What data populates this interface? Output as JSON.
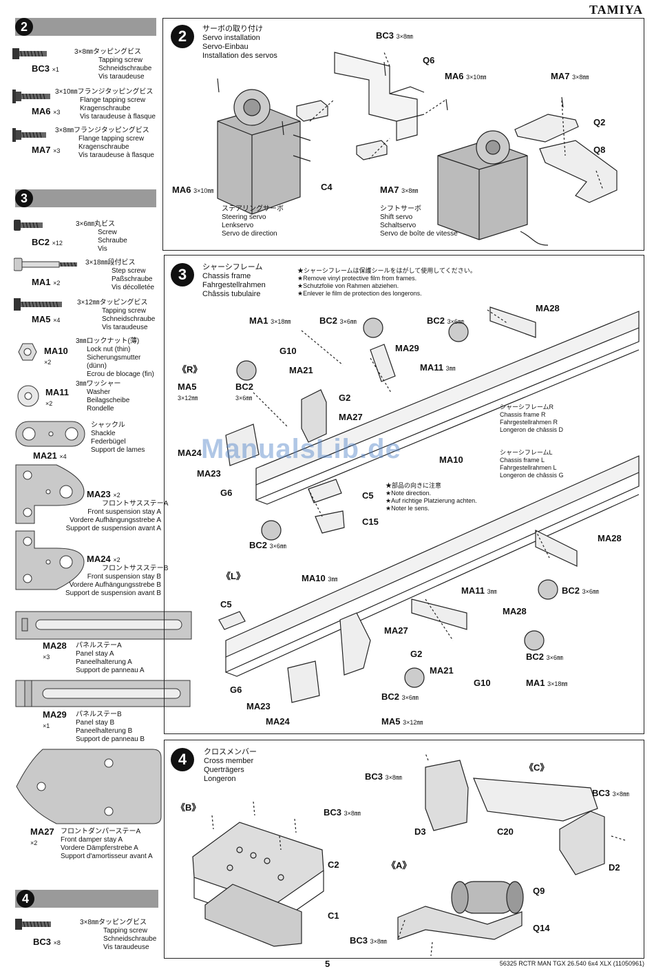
{
  "brand": "TAMIYA",
  "page_number": "5",
  "footer_code": "56325 RCTR MAN TGX 26.540 6x4 XLX (11050961)",
  "watermark": "ManualsLib.de",
  "left": {
    "step2_num": "2",
    "step3_num": "3",
    "step4_num": "4",
    "parts": {
      "bc3_a": {
        "spec": "3×8㎜タッピングビス",
        "desc": "Tapping screw\nSchneidschraube\nVis taraudeuse",
        "code": "BC3",
        "qty": "×1"
      },
      "ma6": {
        "spec": "3×10㎜フランジタッピングビス",
        "desc": "Flange tapping screw\nKragenschraube\nVis taraudeuse à flasque",
        "code": "MA6",
        "qty": "×3"
      },
      "ma7": {
        "spec": "3×8㎜フランジタッピングビス",
        "desc": "Flange tapping screw\nKragenschraube\nVis taraudeuse à flasque",
        "code": "MA7",
        "qty": "×3"
      },
      "bc2": {
        "spec": "3×6㎜丸ビス",
        "desc": "Screw\nSchraube\nVis",
        "code": "BC2",
        "qty": "×12"
      },
      "ma1": {
        "spec": "3×18㎜段付ビス",
        "desc": "Step screw\nPaßschraube\nVis décolletée",
        "code": "MA1",
        "qty": "×2"
      },
      "ma5": {
        "spec": "3×12㎜タッピングビス",
        "desc": "Tapping screw\nSchneidschraube\nVis taraudeuse",
        "code": "MA5",
        "qty": "×4"
      },
      "ma10": {
        "spec": "3㎜ロックナット(薄)",
        "desc": "Lock nut (thin)\nSicherungsmutter\n(dünn)\nEcrou de blocage (fin)",
        "code": "MA10",
        "qty": "×2"
      },
      "ma11": {
        "spec": "3㎜ワッシャー",
        "desc": "Washer\nBeilagscheibe\nRondelle",
        "code": "MA11",
        "qty": "×2"
      },
      "ma21": {
        "spec": "シャックル",
        "desc": "Shackle\nFederbügel\nSupport de lames",
        "code": "MA21",
        "qty": "×4"
      },
      "ma23": {
        "code": "MA23",
        "qty": "×2",
        "spec": "フロントサスステーA",
        "desc": "Front suspension stay A\nVordere Aufhängungsstrebe A\nSupport de suspension avant A"
      },
      "ma24": {
        "code": "MA24",
        "qty": "×2",
        "spec": "フロントサスステーB",
        "desc": "Front suspension stay B\nVordere Aufhängungsstrebe B\nSupport de suspension avant B"
      },
      "ma28": {
        "code": "MA28",
        "qty": "×3",
        "spec": "パネルステーA",
        "desc": "Panel stay A\nPaneelhalterung A\nSupport de panneau A"
      },
      "ma29": {
        "code": "MA29",
        "qty": "×1",
        "spec": "パネルステーB",
        "desc": "Panel stay B\nPaneelhalterung B\nSupport de panneau B"
      },
      "ma27": {
        "code": "MA27",
        "qty": "×2",
        "spec": "フロントダンパーステーA",
        "desc": "Front damper stay A\nVordere Dämpferstrebe A\nSupport d'amortisseur avant A"
      },
      "bc3_b": {
        "spec": "3×8㎜タッピングビス",
        "desc": "Tapping screw\nSchneidschraube\nVis taraudeuse",
        "code": "BC3",
        "qty": "×8"
      }
    }
  },
  "step2": {
    "num": "2",
    "title": "サーボの取り付け\nServo installation\nServo-Einbau\nInstallation des servos",
    "labels": {
      "bc3": "BC3",
      "bc3_size": "3×8㎜",
      "q6": "Q6",
      "ma6_top": "MA6",
      "ma6_top_size": "3×10㎜",
      "ma7_top": "MA7",
      "ma7_top_size": "3×8㎜",
      "q2": "Q2",
      "q8": "Q8",
      "c4": "C4",
      "ma6_left": "MA6",
      "ma6_left_size": "3×10㎜",
      "ma7_bot": "MA7",
      "ma7_bot_size": "3×8㎜"
    },
    "steering": "ステアリングサーボ\nSteering servo\nLenkservo\nServo de direction",
    "shift": "シフトサーボ\nShift servo\nSchaltservo\nServo de boîte de vitesse"
  },
  "step3": {
    "num": "3",
    "title": "シャーシフレーム\nChassis frame\nFahrgestellrahmen\nChâssis tubulaire",
    "note": "★シャーシフレームは保護シールをはがして使用してください。\n★Remove vinyl protective film from frames.\n★Schutzfolie von Rahmen abziehen.\n★Enlever le film de protection des longerons.",
    "note2": "★部品の向きに注意\n★Note direction.\n★Auf richtige Platzierung achten.\n★Noter le sens.",
    "frame_r": "シャーシフレームR\nChassis frame R\nFahrgestellrahmen R\nLongeron de châssis D",
    "frame_l": "シャーシフレームL\nChassis frame L\nFahrgestellrahmen L\nLongeron de châssis G",
    "labels": {
      "r": "《R》",
      "l": "《L》",
      "ma1_top": "MA1",
      "ma1_top_size": "3×18㎜",
      "bc2_a": "BC2",
      "bc2_a_size": "3×6㎜",
      "bc2_b": "BC2",
      "bc2_b_size": "3×6㎜",
      "ma28_a": "MA28",
      "g10_a": "G10",
      "ma29": "MA29",
      "ma21_a": "MA21",
      "ma11_a": "MA11",
      "ma11_a_size": "3㎜",
      "bc2_c": "BC2",
      "bc2_c_size": "3×6㎜",
      "ma5_a": "MA5",
      "ma5_a_size": "3×12㎜",
      "g2_a": "G2",
      "ma27_a": "MA27",
      "ma24_a": "MA24",
      "ma10_a": "MA10",
      "ma23_a": "MA23",
      "g6_a": "G6",
      "c5_a": "C5",
      "c15": "C15",
      "bc2_d": "BC2",
      "bc2_d_size": "3×6㎜",
      "ma28_b": "MA28",
      "ma10_b": "MA10",
      "ma10_b_size": "3㎜",
      "bc2_e": "BC2",
      "bc2_e_size": "3×6㎜",
      "ma11_b": "MA11",
      "ma11_b_size": "3㎜",
      "c5_b": "C5",
      "ma28_c": "MA28",
      "ma27_b": "MA27",
      "g2_b": "G2",
      "bc2_f": "BC2",
      "bc2_f_size": "3×6㎜",
      "ma21_b": "MA21",
      "g10_b": "G10",
      "ma1_b": "MA1",
      "ma1_b_size": "3×18㎜",
      "g6_b": "G6",
      "bc2_g": "BC2",
      "bc2_g_size": "3×6㎜",
      "ma23_b": "MA23",
      "ma24_b": "MA24",
      "ma5_b": "MA5",
      "ma5_b_size": "3×12㎜"
    }
  },
  "step4": {
    "num": "4",
    "title": "クロスメンバー\nCross member\nQuerträgers\nLongeron",
    "labels": {
      "c_label": "《C》",
      "b_label": "《B》",
      "a_label": "《A》",
      "bc3_a": "BC3",
      "bc3_a_size": "3×8㎜",
      "bc3_b": "BC3",
      "bc3_b_size": "3×8㎜",
      "bc3_c": "BC3",
      "bc3_c_size": "3×8㎜",
      "bc3_d": "BC3",
      "bc3_d_size": "3×8㎜",
      "d3": "D3",
      "c20": "C20",
      "d2": "D2",
      "c2": "C2",
      "c1": "C1",
      "q9": "Q9",
      "q14": "Q14"
    }
  }
}
